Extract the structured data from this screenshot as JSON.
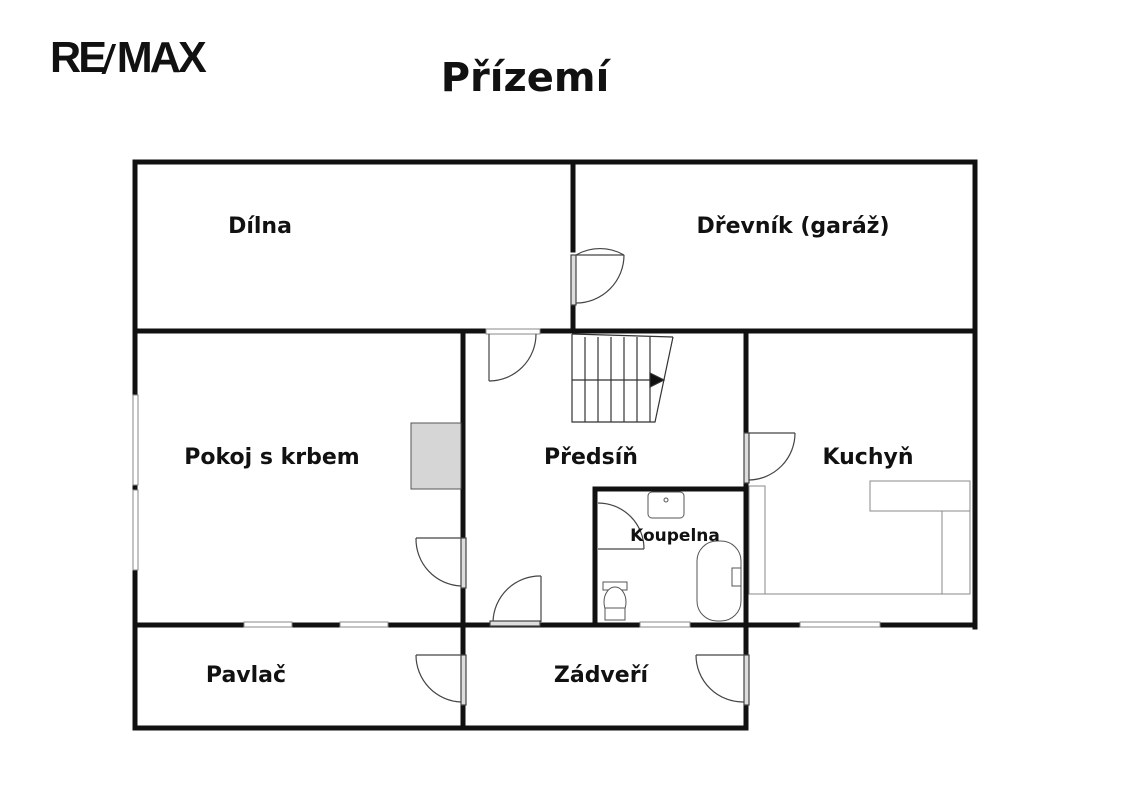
{
  "logo": "RE/MAX",
  "title": "Přízemí",
  "rooms": {
    "dilna": "Dílna",
    "drevnik": "Dřevník (garáž)",
    "pokoj": "Pokoj s krbem",
    "predsin": "Předsíň",
    "kuchyn": "Kuchyň",
    "koupelna": "Koupelna",
    "pavlac": "Pavlač",
    "zadveri": "Zádveří"
  }
}
